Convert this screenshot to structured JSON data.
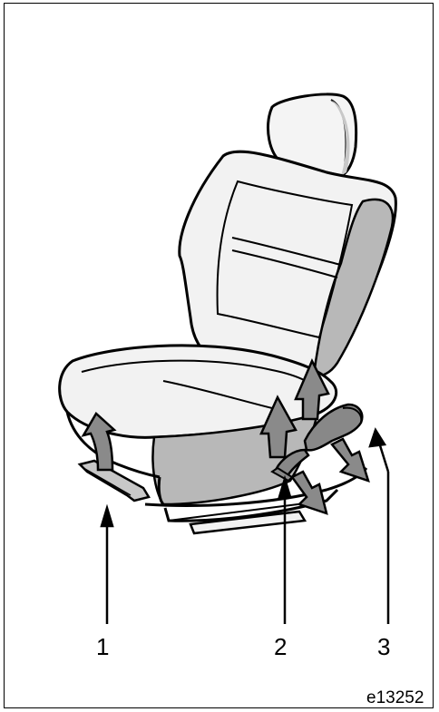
{
  "figure": {
    "callouts": [
      {
        "id": "1",
        "label": "1"
      },
      {
        "id": "2",
        "label": "2"
      },
      {
        "id": "3",
        "label": "3"
      }
    ],
    "figure_code": "e13252"
  },
  "colors": {
    "outline": "#000000",
    "seat_light": "#f2f2f2",
    "seat_shade": "#b8b8b8",
    "arrow_fill": "#8a8a8a"
  },
  "icons": [
    "seat-illustration",
    "up-arrow-icon",
    "down-right-arrow-icon",
    "lever-icon",
    "bar-handle-icon"
  ]
}
